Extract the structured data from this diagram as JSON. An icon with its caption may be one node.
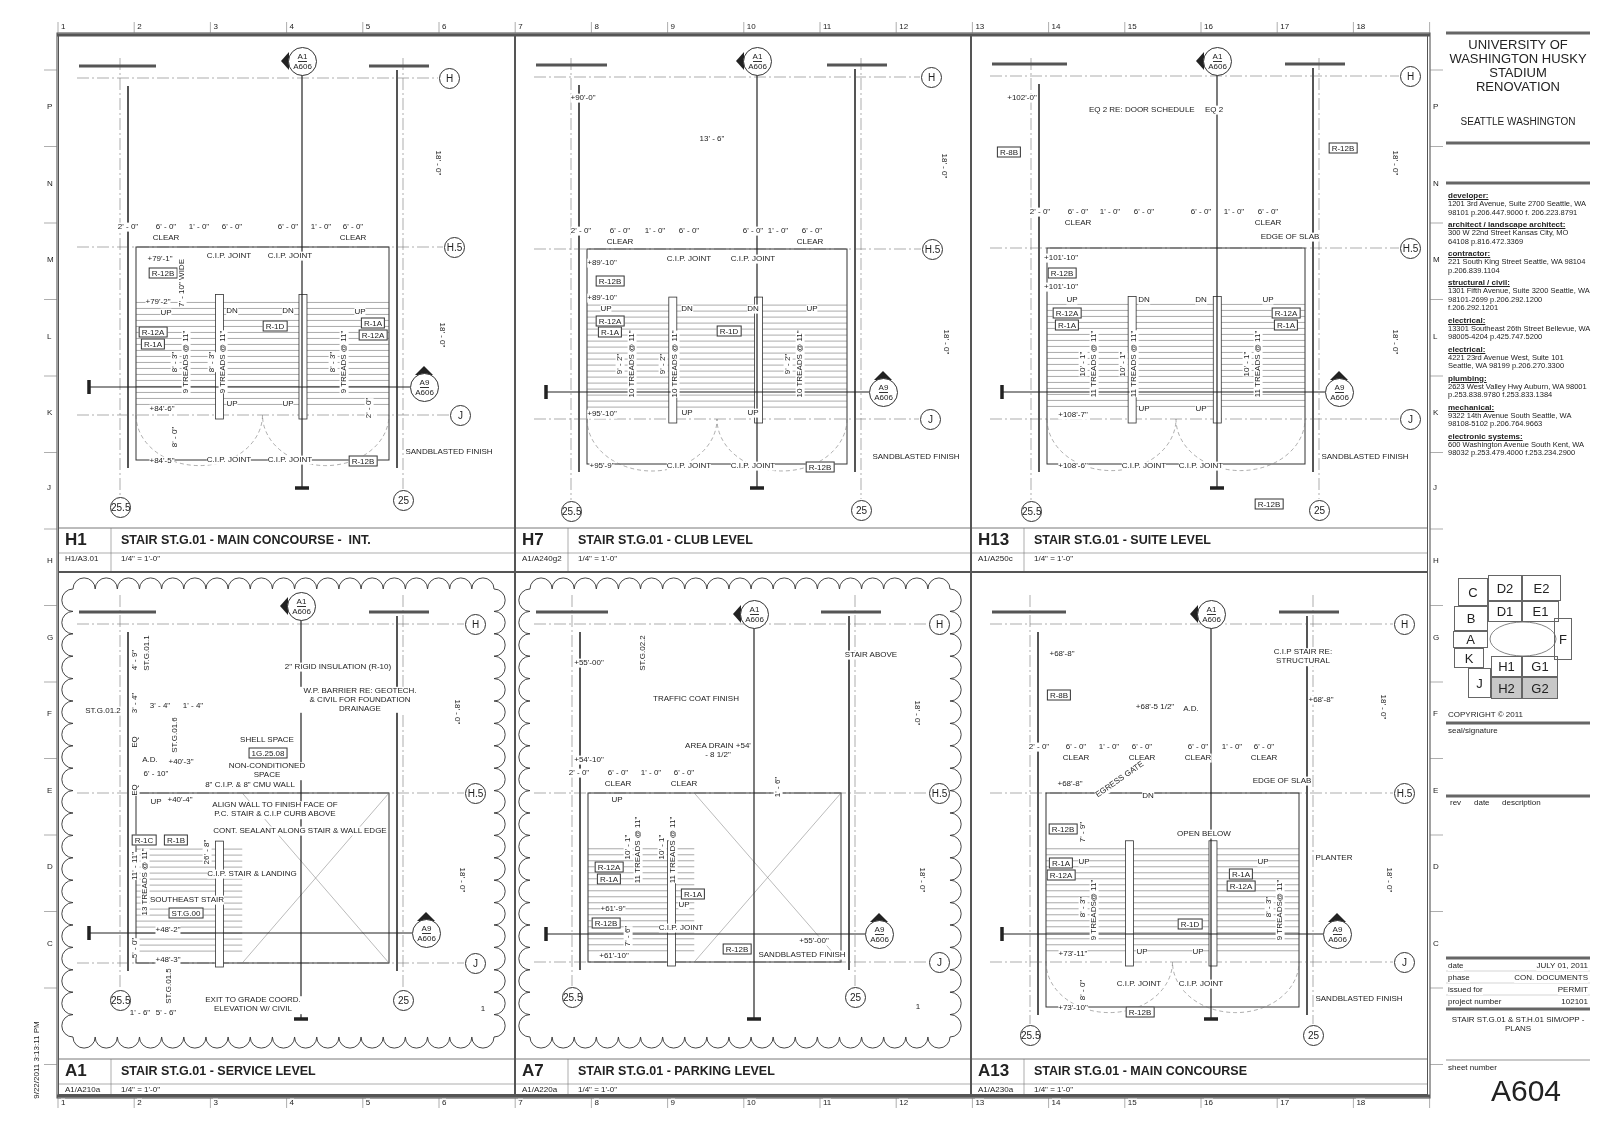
{
  "diagram": {
    "title": "UNIVERSITY OF WASHINGTON HUSKY STADIUM RENOVATION",
    "nodes": [
      {
        "text": [
          "H1",
          "STAIR ST.G.01 - MAIN CONCOURSE -  INT.",
          "H1/A3.01",
          "1/4\" = 1'-0\""
        ]
      },
      {
        "text": [
          "H"
        ],
        "in": 0
      },
      {
        "text": [
          "H.5"
        ],
        "in": 0
      },
      {
        "text": [
          "J"
        ],
        "in": 0
      },
      {
        "text": [
          "25.5"
        ],
        "in": 0
      },
      {
        "text": [
          "25"
        ],
        "in": 0
      },
      {
        "text": [
          "A1",
          "A606"
        ],
        "in": 0
      },
      {
        "text": [
          "A9",
          "A606"
        ],
        "in": 0
      },
      {
        "text": [
          "R-12B"
        ],
        "in": 0
      },
      {
        "text": [
          "R-12A"
        ],
        "in": 0
      },
      {
        "text": [
          "R-1A"
        ],
        "in": 0
      },
      {
        "text": [
          "R-1D"
        ],
        "in": 0
      },
      {
        "text": [
          "R-1A"
        ],
        "in": 0
      },
      {
        "text": [
          "R-12A"
        ],
        "in": 0
      },
      {
        "text": [
          "R-12B"
        ],
        "in": 0
      },
      {
        "text": [
          "H7",
          "STAIR ST.G.01 - CLUB LEVEL",
          "A1/A240g2",
          "1/4\" = 1'-0\""
        ]
      },
      {
        "text": [
          "H"
        ],
        "in": 15
      },
      {
        "text": [
          "H.5"
        ],
        "in": 15
      },
      {
        "text": [
          "J"
        ],
        "in": 15
      },
      {
        "text": [
          "25.5"
        ],
        "in": 15
      },
      {
        "text": [
          "25"
        ],
        "in": 15
      },
      {
        "text": [
          "A1",
          "A606"
        ],
        "in": 15
      },
      {
        "text": [
          "A9",
          "A606"
        ],
        "in": 15
      },
      {
        "text": [
          "R-12B"
        ],
        "in": 15
      },
      {
        "text": [
          "R-12A"
        ],
        "in": 15
      },
      {
        "text": [
          "R-1A"
        ],
        "in": 15
      },
      {
        "text": [
          "R-1D"
        ],
        "in": 15
      },
      {
        "text": [
          "R-12B"
        ],
        "in": 15
      },
      {
        "text": [
          "H13",
          "STAIR ST.G.01 - SUITE LEVEL",
          "A1/A250c",
          "1/4\" = 1'-0\""
        ]
      },
      {
        "text": [
          "H"
        ],
        "in": 28
      },
      {
        "text": [
          "H.5"
        ],
        "in": 28
      },
      {
        "text": [
          "J"
        ],
        "in": 28
      },
      {
        "text": [
          "25.5"
        ],
        "in": 28
      },
      {
        "text": [
          "25"
        ],
        "in": 28
      },
      {
        "text": [
          "A1",
          "A606"
        ],
        "in": 28
      },
      {
        "text": [
          "A9",
          "A606"
        ],
        "in": 28
      },
      {
        "text": [
          "R-8B"
        ],
        "in": 28
      },
      {
        "text": [
          "R-12B"
        ],
        "in": 28
      },
      {
        "text": [
          "R-12B"
        ],
        "in": 28
      },
      {
        "text": [
          "R-12A"
        ],
        "in": 28
      },
      {
        "text": [
          "R-1A"
        ],
        "in": 28
      },
      {
        "text": [
          "R-12A"
        ],
        "in": 28
      },
      {
        "text": [
          "R-1A"
        ],
        "in": 28
      },
      {
        "text": [
          "R-12B"
        ],
        "in": 28
      },
      {
        "text": [
          "A1",
          "STAIR ST.G.01 - SERVICE LEVEL",
          "A1/A210a",
          "1/4\" = 1'-0\""
        ]
      },
      {
        "text": [
          "H"
        ],
        "in": 44
      },
      {
        "text": [
          "H.5"
        ],
        "in": 44
      },
      {
        "text": [
          "J"
        ],
        "in": 44
      },
      {
        "text": [
          "25.5"
        ],
        "in": 44
      },
      {
        "text": [
          "25"
        ],
        "in": 44
      },
      {
        "text": [
          "A1",
          "A606"
        ],
        "in": 44
      },
      {
        "text": [
          "A9",
          "A606"
        ],
        "in": 44
      },
      {
        "text": [
          "R-1C"
        ],
        "in": 44
      },
      {
        "text": [
          "R-1B"
        ],
        "in": 44
      },
      {
        "text": [
          "ST.G.00"
        ],
        "in": 44
      },
      {
        "text": [
          "1G.25.08"
        ],
        "in": 44
      },
      {
        "text": [
          "A7",
          "STAIR ST.G.01 - PARKING LEVEL",
          "A1/A220a",
          "1/4\" = 1'-0\""
        ]
      },
      {
        "text": [
          "H"
        ],
        "in": 56
      },
      {
        "text": [
          "H.5"
        ],
        "in": 56
      },
      {
        "text": [
          "J"
        ],
        "in": 56
      },
      {
        "text": [
          "25.5"
        ],
        "in": 56
      },
      {
        "text": [
          "25"
        ],
        "in": 56
      },
      {
        "text": [
          "A1",
          "A606"
        ],
        "in": 56
      },
      {
        "text": [
          "A9",
          "A606"
        ],
        "in": 56
      },
      {
        "text": [
          "R-12A"
        ],
        "in": 56
      },
      {
        "text": [
          "R-1A"
        ],
        "in": 56
      },
      {
        "text": [
          "R-1A"
        ],
        "in": 56
      },
      {
        "text": [
          "R-12B"
        ],
        "in": 56
      },
      {
        "text": [
          "R-12B"
        ],
        "in": 56
      },
      {
        "text": [
          "A13",
          "STAIR ST.G.01 - MAIN CONCOURSE",
          "A1/A230a",
          "1/4\" = 1'-0\""
        ]
      },
      {
        "text": [
          "H"
        ],
        "in": 69
      },
      {
        "text": [
          "H.5"
        ],
        "in": 69
      },
      {
        "text": [
          "J"
        ],
        "in": 69
      },
      {
        "text": [
          "25.5"
        ],
        "in": 69
      },
      {
        "text": [
          "25"
        ],
        "in": 69
      },
      {
        "text": [
          "A1",
          "A606"
        ],
        "in": 69
      },
      {
        "text": [
          "A9",
          "A606"
        ],
        "in": 69
      },
      {
        "text": [
          "R-8B"
        ],
        "in": 69
      },
      {
        "text": [
          "R-12B"
        ],
        "in": 69
      },
      {
        "text": [
          "R-1A"
        ],
        "in": 69
      },
      {
        "text": [
          "R-12A"
        ],
        "in": 69
      },
      {
        "text": [
          "R-1A"
        ],
        "in": 69
      },
      {
        "text": [
          "R-12A"
        ],
        "in": 69
      },
      {
        "text": [
          "R-1D"
        ],
        "in": 69
      },
      {
        "text": [
          "R-12B"
        ],
        "in": 69
      },
      {
        "text": [
          "C"
        ]
      },
      {
        "text": [
          "D2"
        ]
      },
      {
        "text": [
          "E2"
        ]
      },
      {
        "text": [
          "B"
        ]
      },
      {
        "text": [
          "D1"
        ]
      },
      {
        "text": [
          "E1"
        ]
      },
      {
        "text": [
          "A"
        ]
      },
      {
        "text": [
          "F"
        ]
      },
      {
        "text": [
          "K"
        ]
      },
      {
        "text": [
          "H1"
        ]
      },
      {
        "text": [
          "G1"
        ]
      },
      {
        "text": [
          "J"
        ]
      },
      {
        "text": [
          "H2"
        ]
      },
      {
        "text": [
          "G2"
        ]
      }
    ],
    "labels": [
      "2' - 0\"",
      "6' - 0\"",
      "1' - 0\"",
      "6' - 0\"",
      "6' - 0\"",
      "1' - 0\"",
      "6' - 0\"",
      "CLEAR",
      "CLEAR",
      "C.I.P. JOINT",
      "C.I.P. JOINT",
      "+79'-1\"",
      "7' - 10\" WIDE",
      "+79'-2\"",
      "UP",
      "DN",
      "DN",
      "UP",
      "8' - 3\"",
      "9 TREADS @ 11\"",
      "8' - 3\"",
      "9 TREADS @ 11\"",
      "8' - 3\"",
      "9 TREADS @ 11\"",
      "+84'-6\"",
      "UP",
      "UP",
      "2' - 0\"",
      "8' - 0\"",
      "+84'-5\"",
      "C.I.P. JOINT",
      "C.I.P. JOINT",
      "SANDBLASTED FINISH",
      "18' - 0\"",
      "18' - 0\"",
      "+90'-0\"",
      "13' - 6\"",
      "2' - 0\"",
      "6' - 0\"",
      "1' - 0\"",
      "6' - 0\"",
      "6' - 0\"",
      "1' - 0\"",
      "6' - 0\"",
      "CLEAR",
      "CLEAR",
      "C.I.P. JOINT",
      "C.I.P. JOINT",
      "+89'-10\"",
      "+89'-10\"",
      "UP",
      "DN",
      "DN",
      "UP",
      "9' - 2\"",
      "10 TREADS @ 11\"",
      "9' - 2\"",
      "10 TREADS @ 11\"",
      "9' - 2\"",
      "10 TREADS @ 11\"",
      "+95'-10\"",
      "UP",
      "UP",
      "+95'-9\"",
      "C.I.P. JOINT",
      "C.I.P. JOINT",
      "SANDBLASTED FINISH",
      "18' - 0\"",
      "18' - 0\"",
      "+102'-0\"",
      "EQ 2",
      "RE: DOOR SCHEDULE",
      "EQ 2",
      "2' - 0\"",
      "6' - 0\"",
      "1' - 0\"",
      "6' - 0\"",
      "6' - 0\"",
      "1' - 0\"",
      "6' - 0\"",
      "CLEAR",
      "CLEAR",
      "EDGE OF SLAB",
      "+101'-10\"",
      "+101'-10\"",
      "UP",
      "DN",
      "DN",
      "UP",
      "10' - 1\"",
      "11 TREADS @ 11\"",
      "10' - 1\"",
      "11 TREADS @ 11\"",
      "10' - 1\"",
      "11 TREADS @ 11\"",
      "+108'-7\"",
      "UP",
      "UP",
      "+108'-6\"",
      "C.I.P. JOINT",
      "C.I.P. JOINT",
      "SANDBLASTED FINISH",
      "18' - 0\"",
      "18' - 0\"",
      "ST.G.01.1",
      "4' - 9\"",
      "ST.G.01.2",
      "3' - 4\"",
      "3' - 4\"",
      "1' - 4\"",
      "ST.G.01.6",
      "EQ",
      "A.D.",
      "+40'-3\"",
      "6' - 10\"",
      "EQ",
      "UP",
      "+40'-4\"",
      "11' - 11\"",
      "13 TREADS @ 11\"",
      "SOUTHEAST STAIR",
      "+48'-2\"",
      "5' - 0\"",
      "+48'-3\"",
      "ST.G.01.5",
      "1' - 6\"",
      "5' - 6\"",
      "EXIT TO GRADE COORD. ELEVATION W/ CIVIL",
      "SHELL SPACE",
      "NON-CONDITIONED SPACE",
      "2\" RIGID INSULATION (R-10)",
      "W.P. BARRIER RE: GEOTECH. & CIVIL FOR FOUNDATION DRAINAGE",
      "8\" C.I.P. & 8\" CMU WALL",
      "ALIGN WALL TO FINISH FACE OF P.C. STAIR & C.I.P CURB ABOVE",
      "CONT. SEALANT ALONG STAIR & WALL EDGE",
      "C.I.P. STAIR & LANDING",
      "26' - 8\"",
      "18' - 0\"",
      "18' - 0\"",
      "1",
      "+55'-00\"",
      "ST.G.02.2",
      "TRAFFIC COAT FINISH",
      "STAIR ABOVE",
      "AREA DRAIN +54' - 8 1/2\"",
      "+54'-10\"",
      "2' - 0\"",
      "6' - 0\"",
      "1' - 0\"",
      "6' - 0\"",
      "CLEAR",
      "CLEAR",
      "1' - 6\"",
      "UP",
      "10' - 1\"",
      "11 TREADS @ 11\"",
      "10' - 1\"",
      "11 TREADS @ 11\"",
      "UP",
      "+61'-9\"",
      "7' - 6\"",
      "C.I.P. JOINT",
      "+55'-00\"",
      "+61'-10\"",
      "SANDBLASTED FINISH",
      "18' - 0\"",
      "18' - 0\"",
      "1",
      "+68'-8\"",
      "C.I.P STAIR RE: STRUCTURAL",
      "+68'-8\"",
      "+68'-5 1/2\"",
      "A.D.",
      "2' - 0\"",
      "6' - 0\"",
      "1' - 0\"",
      "6' - 0\"",
      "6' - 0\"",
      "1' - 0\"",
      "6' - 0\"",
      "CLEAR",
      "CLEAR",
      "CLEAR",
      "CLEAR",
      "EGRESS GATE",
      "+68'-8\"",
      "EDGE OF SLAB",
      "DN",
      "7' - 9\"",
      "OPEN BELOW",
      "PLANTER",
      "UP",
      "UP",
      "8' - 3\"",
      "9 TREADS@ 11\"",
      "8' - 3\"",
      "9 TREADS@ 11\"",
      "+73'-11\"",
      "UP",
      "UP",
      "8' - 0\"",
      "C.I.P. JOINT",
      "C.I.P. JOINT",
      "SANDBLASTED FINISH",
      "+73'-10\"",
      "18' - 0\"",
      "18' - 0\"",
      "SEATTLE WASHINGTON",
      "developer:",
      "1201 3rd Avenue, Suite 2700 Seattle, WA 98101 p.206.447.9000 f. 206.223.8791",
      "architect / landscape architect:",
      "300 W 22nd Street Kansas City, MO 64108 p.816.472.3369",
      "contractor:",
      "221 South King Street Seattle, WA 98104 p.206.839.1104",
      "structural / civil:",
      "1301 Fifth Avenue, Suite 3200 Seattle, WA 98101-2699 p.206.292.1200 f.206.292.1201",
      "electrical:",
      "13301 Southeast 26th Street Bellevue, WA 98005-4204 p.425.747.5200",
      "electrical:",
      "4221 23rd Avenue West, Suite 101 Seattle, WA 98199 p.206.270.3300",
      "plumbing:",
      "2623 West Valley Hwy Auburn, WA 98001 p.253.838.9780 f.253.833.1384",
      "mechanical:",
      "9322 14th Avenue South Seattle, WA 98108-5102 p.206.764.9663",
      "electronic systems:",
      "600 Washington Avenue South Kent, WA 98032 p.253.479.4000 f.253.234.2900",
      "COPYRIGHT © 2011",
      "seal/signature",
      "rev",
      "date",
      "description",
      "date",
      "JULY 01, 2011",
      "phase",
      "CON. DOCUMENTS",
      "issued for",
      "PERMIT",
      "project number",
      "102101",
      "STAIR ST.G.01 & ST.H.01 SIM/OPP - PLANS",
      "sheet number",
      "A604",
      "9/22/2011 3:13:11 PM",
      "1",
      "2",
      "3",
      "4",
      "5",
      "6",
      "7",
      "8",
      "9",
      "10",
      "11",
      "12",
      "13",
      "14",
      "15",
      "16",
      "17",
      "18",
      "P",
      "N",
      "M",
      "L",
      "K",
      "J",
      "H",
      "G",
      "F",
      "E",
      "D",
      "C",
      "P",
      "N",
      "M",
      "L",
      "K",
      "J",
      "H",
      "G",
      "F",
      "E",
      "D",
      "C",
      "1",
      "2",
      "3",
      "4",
      "5",
      "6",
      "7",
      "8",
      "9",
      "10",
      "11",
      "12",
      "13",
      "14",
      "15",
      "16",
      "17",
      "18"
    ]
  }
}
